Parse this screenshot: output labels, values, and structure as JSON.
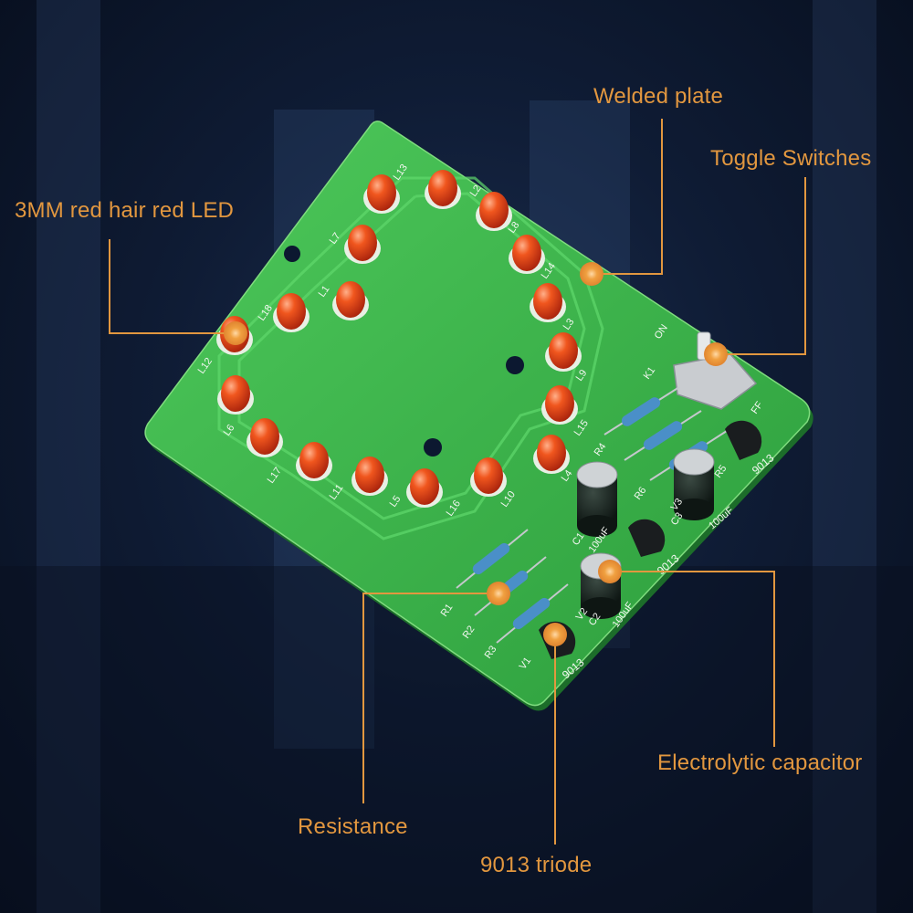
{
  "callouts": {
    "led": "3MM red hair red LED",
    "welded_plate": "Welded plate",
    "toggle_switch": "Toggle Switches",
    "capacitor": "Electrolytic capacitor",
    "resistance": "Resistance",
    "triode": "9013 triode"
  },
  "silkscreen": {
    "led_labels": [
      "L12",
      "L18",
      "L7",
      "L13",
      "L2",
      "L8",
      "L14",
      "L1",
      "L3",
      "L9",
      "L6",
      "L17",
      "L11",
      "L5",
      "L16",
      "L10",
      "L15",
      "L4"
    ],
    "switch_on": "ON",
    "switch_id": "K1",
    "switch_off": "FF",
    "resistor_ids": [
      "R1",
      "R2",
      "R3",
      "R4",
      "R5",
      "R6"
    ],
    "capacitor_ids": [
      "C1",
      "C2",
      "C3"
    ],
    "capacitor_value": "100uF",
    "transistor_ids": [
      "V1",
      "V2",
      "V3"
    ],
    "transistor_model": "9013"
  },
  "colors": {
    "callout": "#e2973f",
    "pcb": "#3cb54a",
    "led": "#e8441c",
    "background": "#0f1c35"
  }
}
